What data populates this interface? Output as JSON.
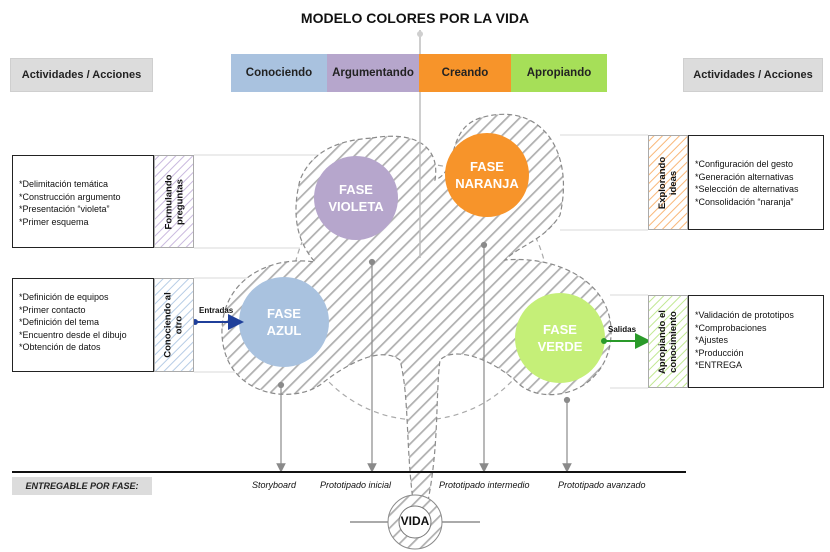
{
  "title": "MODELO COLORES POR LA VIDA",
  "left_header": "Actividades / Acciones",
  "right_header": "Actividades / Acciones",
  "phases": [
    {
      "label": "Conociendo",
      "color": "#a9c2df"
    },
    {
      "label": "Argumentando",
      "color": "#b6a6cc"
    },
    {
      "label": "Creando",
      "color": "#f7942a"
    },
    {
      "label": "Apropiando",
      "color": "#a6df58"
    }
  ],
  "circles": {
    "violeta": {
      "line1": "FASE",
      "line2": "VIOLETA",
      "color": "#b6a6cc",
      "text_color": "#ffffff"
    },
    "naranja": {
      "line1": "FASE",
      "line2": "NARANJA",
      "color": "#f7942a",
      "text_color": "#ffffff"
    },
    "azul": {
      "line1": "FASE",
      "line2": "AZUL",
      "color": "#a9c2df",
      "text_color": "#ffffff"
    },
    "verde": {
      "line1": "FASE",
      "line2": "VERDE",
      "color": "#c5ef78",
      "text_color": "#ffffff"
    }
  },
  "vertical_labels": {
    "formulando": "Formulando\npreguntas",
    "conociendo": "Conociendo al\notro",
    "explorando": "Explorando\nideas",
    "apropiando": "Apropiando el\nconocimiento"
  },
  "activity_boxes": {
    "formulando": [
      "*Delimitación temática",
      "*Construcción argumento",
      "*Presentación “violeta”",
      "*Primer esquema"
    ],
    "conociendo": [
      "*Definición  de equipos",
      "*Primer contacto",
      "*Definición del tema",
      "*Encuentro desde el dibujo",
      "*Obtención de datos"
    ],
    "explorando": [
      "*Configuración del gesto",
      "*Generación alternativas",
      "*Selección de alternativas",
      "*Consolidación “naranja”"
    ],
    "apropiando": [
      "*Validación de prototipos",
      "*Comprobaciones",
      "*Ajustes",
      "*Producción",
      "*ENTREGA"
    ]
  },
  "arrows": {
    "entradas": "Entradas",
    "salidas": "Salidas",
    "entradas_color": "#1f3f9a",
    "salidas_color": "#2a9a2a"
  },
  "deliverables_label": "ENTREGABLE POR FASE:",
  "deliverables": [
    "Storyboard",
    "Prototipado inicial",
    "Prototipado intermedio",
    "Prototipado avanzado"
  ],
  "vida": "VIDA"
}
